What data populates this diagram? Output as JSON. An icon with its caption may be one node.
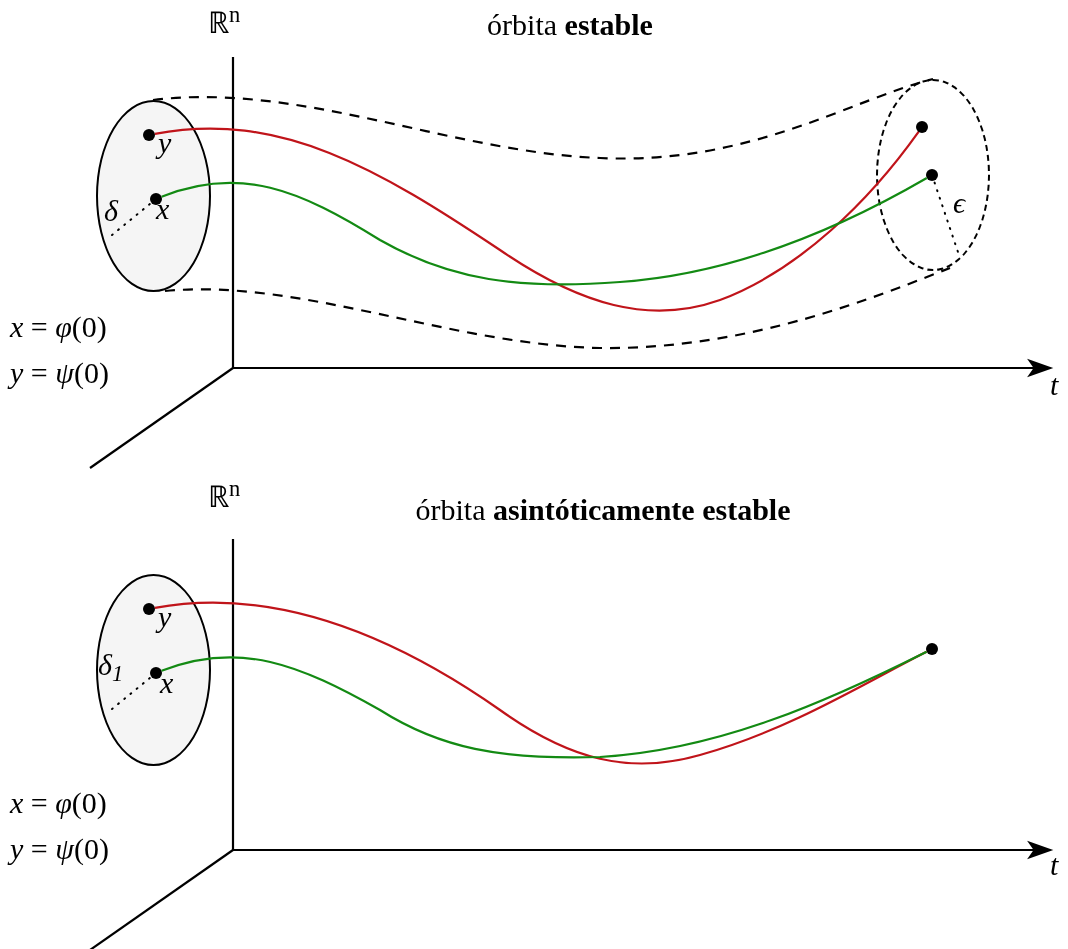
{
  "diagram": {
    "nodes": [
      {
        "text": [],
        "shape": "circle"
      },
      {
        "text": [],
        "shape": "circle",
        "in": 0,
        "beside": [
          "y"
        ]
      },
      {
        "text": [],
        "shape": "circle",
        "in": 0,
        "beside": [
          "x"
        ]
      },
      {
        "text": [],
        "shape": "circle"
      },
      {
        "text": [],
        "shape": "circle",
        "in": 3
      },
      {
        "text": [],
        "shape": "circle",
        "in": 3
      },
      {
        "text": [],
        "shape": "circle"
      },
      {
        "text": [],
        "shape": "circle",
        "in": 6,
        "beside": [
          "y"
        ]
      },
      {
        "text": [],
        "shape": "circle",
        "in": 6,
        "beside": [
          "x"
        ]
      },
      {
        "text": [],
        "shape": "circle"
      }
    ],
    "edges": [
      {
        "from": 1,
        "to": 4,
        "arrow": "none",
        "color": "#c0141a"
      },
      {
        "from": 2,
        "to": 5,
        "arrow": "none",
        "color": "#138a13"
      },
      {
        "from": 0,
        "to": 3,
        "arrow": "none",
        "style": "dashed",
        "color": "#000000"
      },
      {
        "from": 0,
        "to": 3,
        "arrow": "none",
        "style": "dashed",
        "color": "#000000"
      },
      {
        "from": 7,
        "to": 9,
        "arrow": "none",
        "color": "#c0141a"
      },
      {
        "from": 8,
        "to": 9,
        "arrow": "none",
        "color": "#138a13"
      }
    ],
    "labels": [
      "ℝ$^{n}$",
      "órbita **estable**",
      "δ",
      "ϵ",
      "*x* = *φ*(0)",
      "*y* = *ψ*(0)",
      "t",
      "ℝ$^{n}$",
      "órbita **asintóticamente estable**",
      "δ$_{1}$",
      "*x* = *φ*(0)",
      "*y* = *ψ*(0)",
      "t"
    ]
  }
}
